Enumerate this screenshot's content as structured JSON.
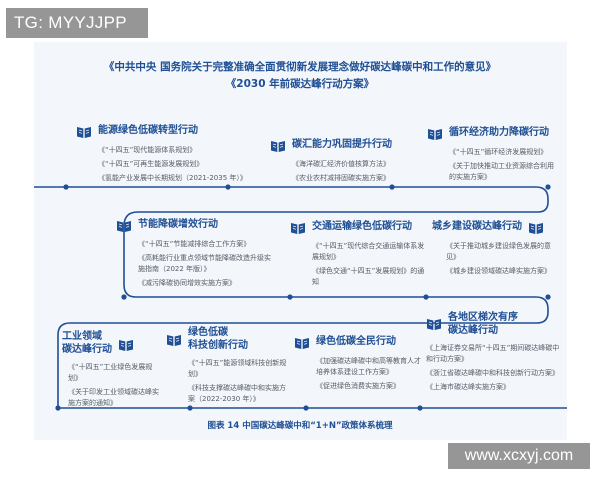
{
  "watermarks": {
    "top_left": "TG: MYYJJPP",
    "bottom_right": "www.xcxyj.com"
  },
  "header": {
    "line1": "《中共中央 国务院关于完整准确全面贯彻新发展理念做好碳达峰碳中和工作的意见》",
    "line2": "《2030 年前碳达峰行动方案》"
  },
  "colors": {
    "accent": "#1f4f94",
    "line": "#1f4f94",
    "background": "#f3f6fb",
    "text": "#555c66"
  },
  "categories": [
    {
      "icon": "book-icon",
      "title": "能源绿色低碳转型行动",
      "items": [
        "《“十四五”现代能源体系规划》",
        "《“十四五”可再生能源发展规划》",
        "《氢能产业发展中长期规划（2021-2035 年）》"
      ]
    },
    {
      "icon": "book-icon",
      "title": "碳汇能力巩固提升行动",
      "items": [
        "《海洋碳汇经济价值核算方法》",
        "《农业农村减排固碳实施方案》"
      ]
    },
    {
      "icon": "book-icon",
      "title": "循环经济助力降碳行动",
      "items": [
        "《“十四五”循环经济发展规划》",
        "《关于加快推动工业资源综合利用的实施方案》"
      ]
    },
    {
      "icon": "book-icon",
      "title": "节能降碳增效行动",
      "items": [
        "《“十四五”节能减排综合工作方案》",
        "《高耗能行业重点领域节能降碳改造升级实施指南（2022 年版）》",
        "《减污降碳协同增效实施方案》"
      ]
    },
    {
      "icon": "book-icon",
      "title": "交通运输绿色低碳行动",
      "items": [
        "《“十四五”现代综合交通运输体系发展规划》",
        "《绿色交通“十四五”发展规划》的通知"
      ]
    },
    {
      "icon": "book-icon",
      "title": "城乡建设碳达峰行动",
      "items": [
        "《关于推动城乡建设绿色发展的意见》",
        "《城乡建设领域碳达峰实施方案》"
      ]
    },
    {
      "icon": "book-icon",
      "title": "工业领域\n碳达峰行动",
      "items": [
        "《“十四五”工业绿色发展规划》",
        "《关于印发工业领域碳达峰实施方案的通知》"
      ]
    },
    {
      "icon": "book-icon",
      "title": "绿色低碳\n科技创新行动",
      "items": [
        "《“十四五”能源领域科技创新规划》",
        "《科技支撑碳达峰碳中和实施方案（2022-2030 年）》"
      ]
    },
    {
      "icon": "book-icon",
      "title": "绿色低碳全民行动",
      "items": [
        "《加强碳达峰碳中和高等教育人才培养体系建设工作方案》",
        "《促进绿色消费实施方案》"
      ]
    },
    {
      "icon": "book-icon",
      "title": "各地区梯次有序\n碳达峰行动",
      "items": [
        "《上海证券交易所“十四五”期间碳达峰碳中和行动方案》",
        "《浙江省碳达峰碳中和科技创新行动方案》",
        "《上海市碳达峰实施方案》"
      ]
    }
  ],
  "caption": "图表 14 中国碳达峰碳中和“1+N”政策体系梳理"
}
